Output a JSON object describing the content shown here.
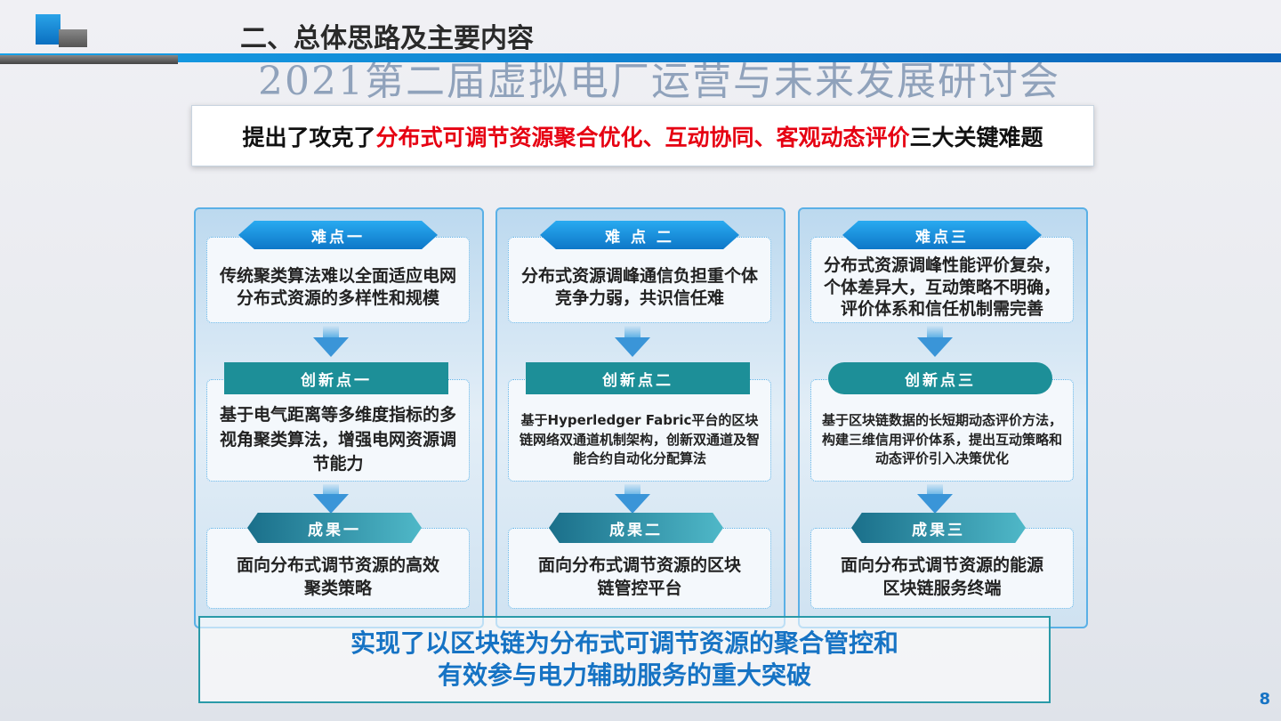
{
  "header": {
    "title": "二、总体思路及主要内容",
    "watermark": "2021第二届虚拟电厂运营与未来发展研讨会"
  },
  "headline": {
    "prefix": "提出了攻克了",
    "highlight": "分布式可调节资源聚合优化、互动协同、客观动态评价",
    "suffix": "三大关键难题"
  },
  "columns": [
    {
      "difficulty_label": "难点一",
      "difficulty": "传统聚类算法难以全面适应电网分布式资源的多样性和规模",
      "innovation_label": "创新点一",
      "innovation": "基于电气距离等多维度指标的多视角聚类算法，增强电网资源调节能力",
      "result_label": "成果一",
      "result": "面向分布式调节资源的高效聚类策略"
    },
    {
      "difficulty_label": "难 点 二",
      "difficulty": "分布式资源调峰通信负担重个体竞争力弱，共识信任难",
      "innovation_label": "创新点二",
      "innovation": "基于Hyperledger Fabric平台的区块链网络双通道机制架构，创新双通道及智能合约自动化分配算法",
      "result_label": "成果二",
      "result": "面向分布式调节资源的区块链管控平台"
    },
    {
      "difficulty_label": "难点三",
      "difficulty": "分布式资源调峰性能评价复杂，个体差异大，互动策略不明确，评价体系和信任机制需完善",
      "innovation_label": "创新点三",
      "innovation": "基于区块链数据的长短期动态评价方法，构建三维信用评价体系，提出互动策略和动态评价引入决策优化",
      "result_label": "成果三",
      "result": "面向分布式调节资源的能源区块链服务终端"
    }
  ],
  "conclusion": {
    "line1": "实现了以区块链为分布式可调节资源的聚合管控和",
    "line2": "有效参与电力辅助服务的重大突破"
  },
  "page_number": "8"
}
